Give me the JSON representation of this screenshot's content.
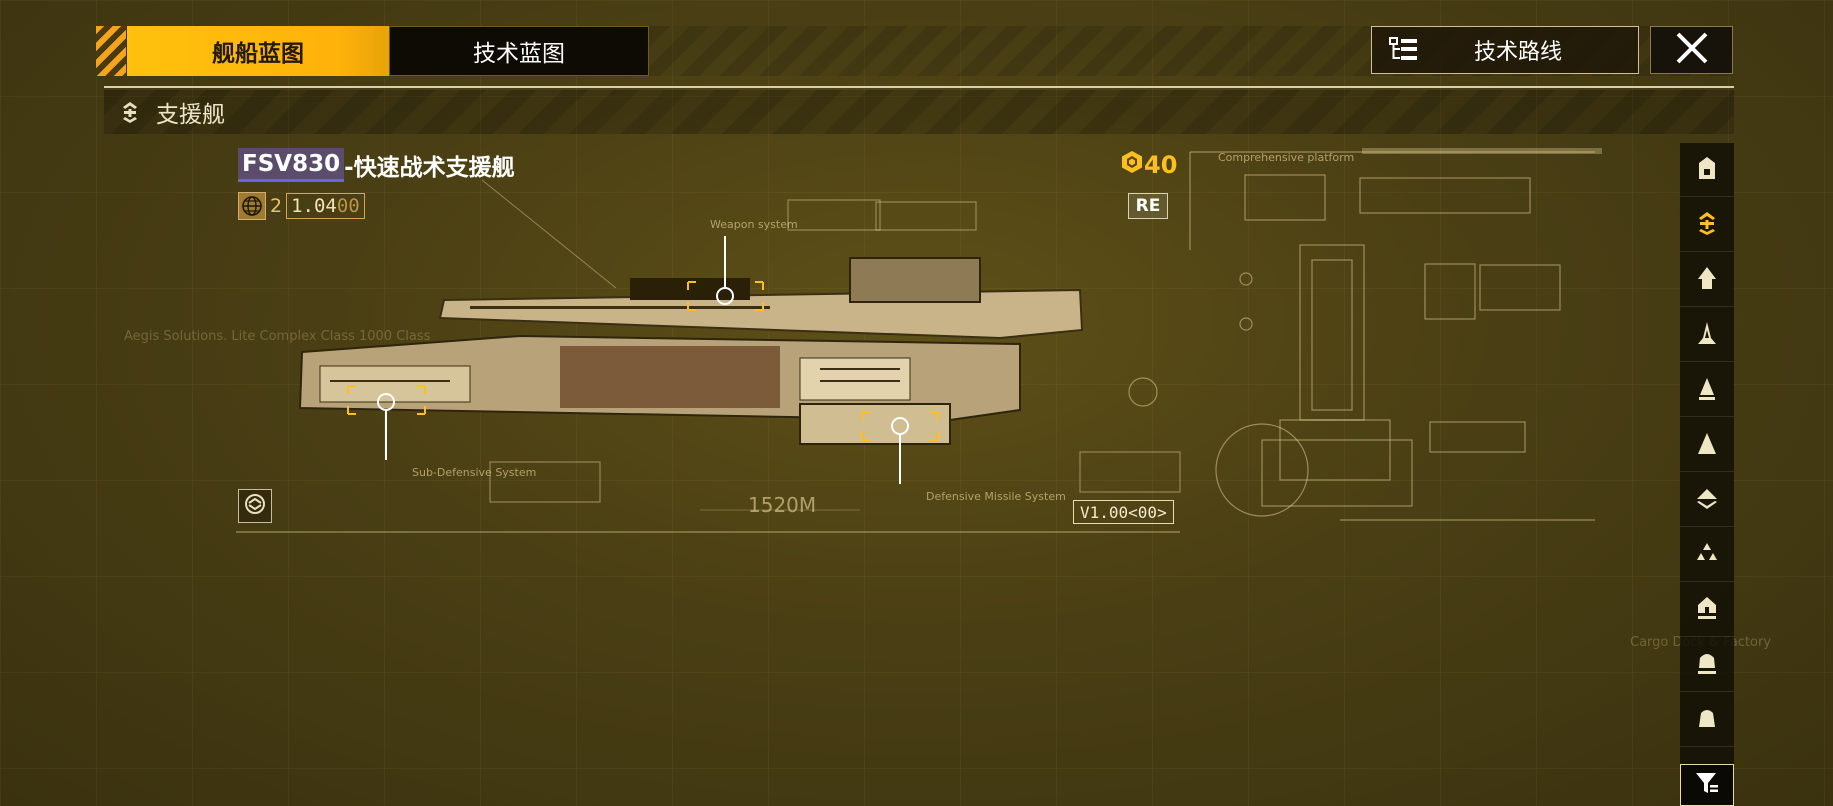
{
  "tabs": {
    "ship_blueprint": "舰船蓝图",
    "tech_blueprint": "技术蓝图"
  },
  "tech_route": {
    "label": "技术路线",
    "icon": "tech-tree-icon"
  },
  "close_icon": "close-icon",
  "category": {
    "label": "支援舰",
    "icon": "support-ship-icon"
  },
  "ship": {
    "code": "FSV830",
    "name_suffix": "-快速战术支援舰",
    "version_count": "2",
    "version_value": "1.04",
    "version_dim": "00",
    "cost": "40",
    "cost_icon": "cost-icon",
    "re_badge": "RE",
    "scale_label": "1520M",
    "version_tag": "V1.00<00>"
  },
  "blueprint_labels": {
    "comprehensive_platform": "Comprehensive platform",
    "left_module": "Aegis Solutions. Lite Complex Class 1000 Class",
    "right_module": "Cargo Dock & Factory",
    "weapon_top": "Weapon system",
    "weapon_left": "Sub-Defensive System",
    "weapon_bottom": "Defensive Missile System"
  },
  "sidebar_icons": [
    "frigate-icon",
    "support-ship-icon",
    "destroyer-icon",
    "cruiser-icon",
    "battlecruiser-icon",
    "auxiliary-ship-icon",
    "carrier-icon",
    "corvette-icon",
    "dreadnought-icon",
    "cargo-ship-icon",
    "lander-icon"
  ],
  "filter_icon": "filter-icon",
  "colors": {
    "accent": "#ffbf1f",
    "tab_active": "#ffc10d",
    "background": "#4a3f14"
  }
}
